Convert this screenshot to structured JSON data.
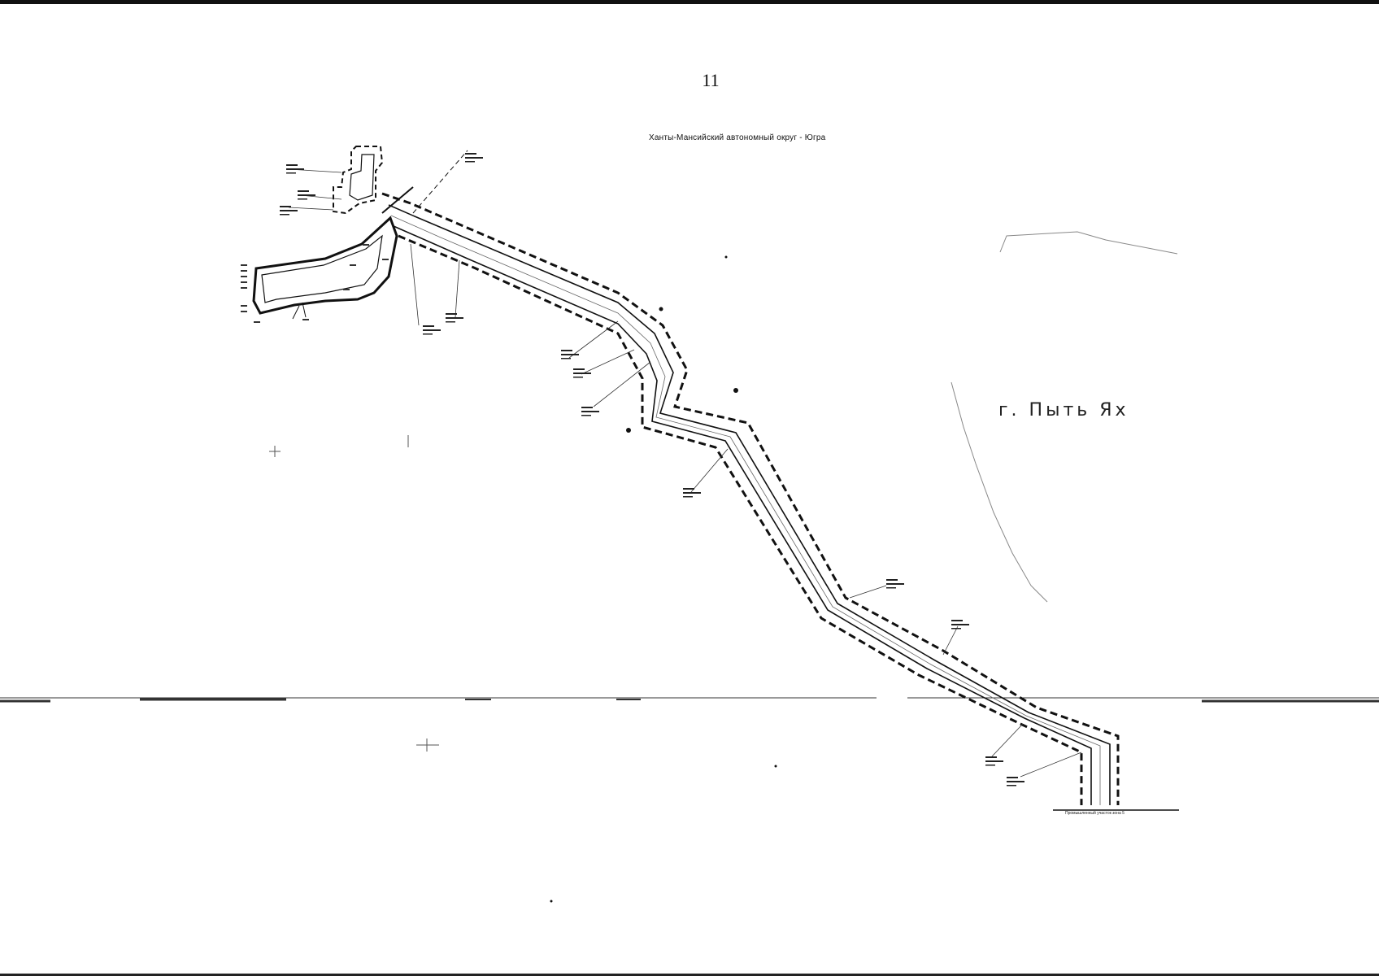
{
  "page": {
    "number": "11"
  },
  "map": {
    "region_title": "Ханты-Мансийский автономный округ - Югра",
    "city_label": "г. Пыть Ях",
    "bottom_label": "Промышленный участок зона 5",
    "colors": {
      "ink": "#111111",
      "paper": "#ffffff",
      "faint": "#9a9a9a"
    }
  }
}
